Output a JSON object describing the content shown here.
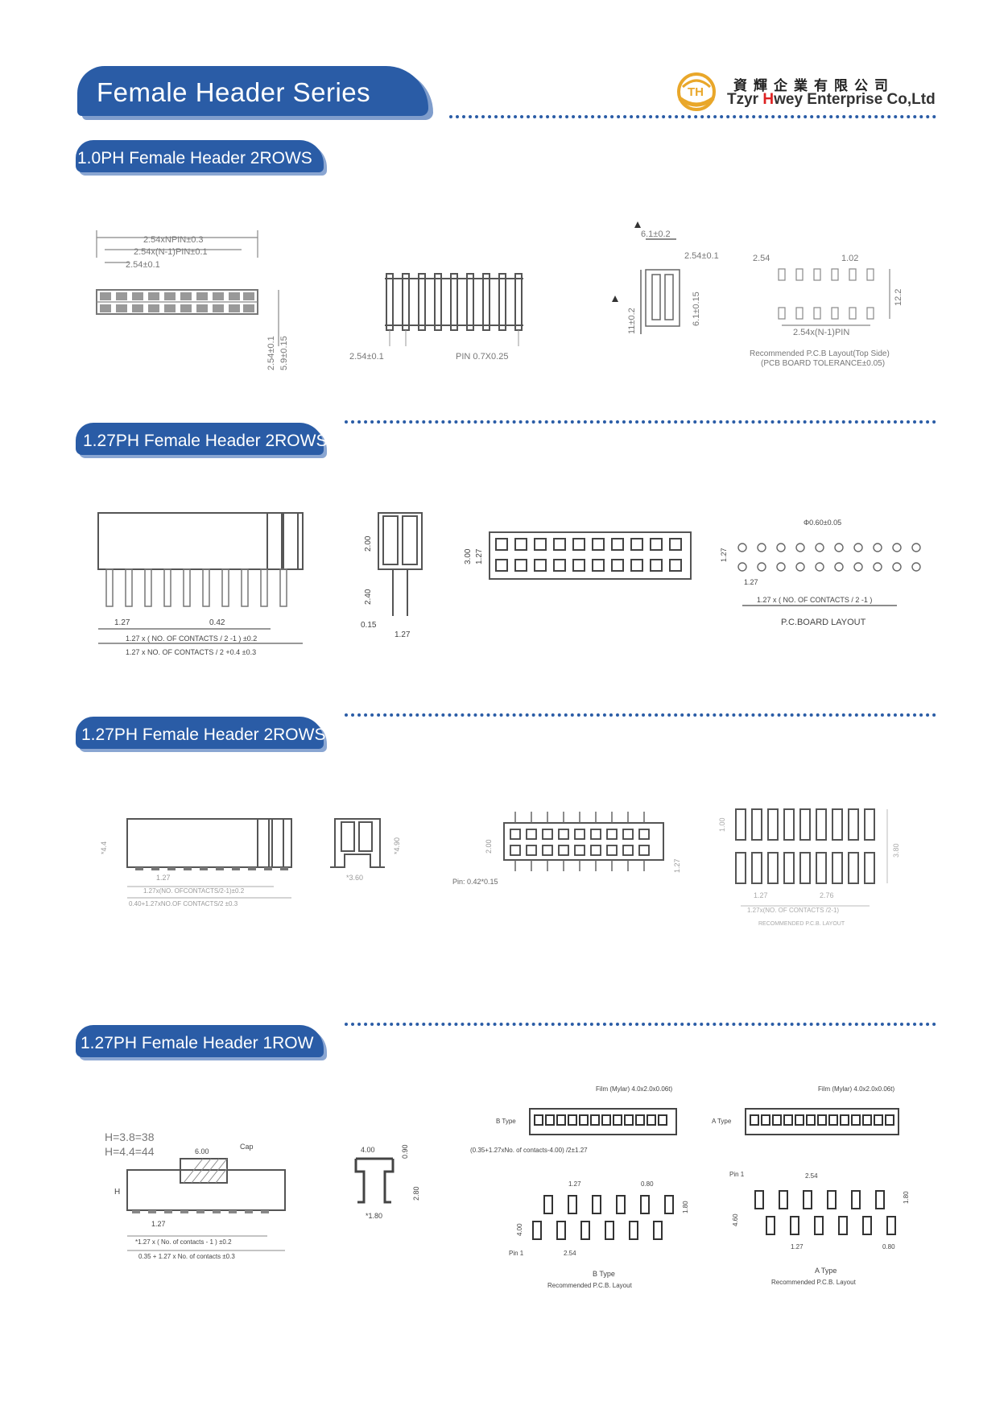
{
  "page_title": "Female Header Series",
  "company": {
    "name_cn": "資輝企業有限公司",
    "name_en_prefix": "Tzyr ",
    "name_en_h": "H",
    "name_en_rest": "wey Enterprise Co,Ltd",
    "logo_letters": "TH"
  },
  "sections": [
    {
      "label": "1.0PH Female Header 2ROWS",
      "dims": {
        "d1": "2.54xNPIN±0.3",
        "d2": "2.54x(N-1)PIN±0.1",
        "d3": "2.54±0.1",
        "h1": "2.54±0.1",
        "h2": "5.9±0.15",
        "pitch": "2.54±0.1",
        "pin": "PIN 0.7X0.25",
        "top": "6.1±0.2",
        "w2": "2.54±0.1",
        "side1": "11±0.2",
        "side2": "6.1±0.15",
        "pcb_pitch": "2.54",
        "pcb_hole": "1.02",
        "pcb_row": "2.54x(N-1)PIN",
        "pcb_h": "12.2",
        "pcb_caption1": "Recommended P.C.B Layout(Top Side)",
        "pcb_caption2": "(PCB BOARD TOLERANCE±0.05)"
      }
    },
    {
      "label": "1.27PH Female Header 2ROWS",
      "dims": {
        "p127": "1.27",
        "p042": "0.42",
        "f1": "1.27 x ( NO. OF CONTACTS / 2 -1 ) ±0.2",
        "f2": "1.27 x NO. OF CONTACTS / 2 +0.4 ±0.3",
        "h200": "2.00",
        "h240": "2.40",
        "w015": "0.15",
        "w127": "1.27",
        "t300": "3.00",
        "t127": "1.27",
        "hole": "Φ0.60±0.05",
        "pp127": "1.27",
        "pl127": "1.27",
        "pcb_formula": "1.27 x ( NO. OF CONTACTS / 2 -1 )",
        "pcb_caption": "P.C.BOARD    LAYOUT"
      }
    },
    {
      "label": "1.27PH Female Header 2ROWS",
      "dims": {
        "h44": "*4.4",
        "w127": "1.27",
        "f1": "1.27x(NO. OFCONTACTS/2-1)±0.2",
        "f2": "0.40+1.27xNO.OF CONTACTS/2 ±0.3",
        "s1": "*4.90",
        "s2": "*3.60",
        "pin": "Pin: 0.42*0.15",
        "r1": "2.00",
        "r2": "1.27",
        "p1": "1.00",
        "p2": "1.27",
        "p3": "2.76",
        "p4": "3.80",
        "pf": "1.27x(NO. OF CONTACTS /2-1)",
        "pcap": "RECOMMENDED P.C.B. LAYOUT"
      }
    },
    {
      "label": "1.27PH Female Header 1ROW",
      "dims": {
        "h1": "H=3.8=38",
        "h2": "H=4.4=44",
        "w600": "6.00",
        "cap": "Cap",
        "H": "H",
        "w127": "1.27",
        "f1": "*1.27 x ( No. of contacts - 1 ) ±0.2",
        "f2": "0.35 + 1.27 x No. of contacts ±0.3",
        "s400": "4.00",
        "s090": "0.90",
        "s280": "2.80",
        "s180": "*1.80",
        "film_b": "Film (Mylar) 4.0x2.0x0.06t)",
        "film_a": "Film (Mylar) 4.0x2.0x0.06t)",
        "btype": "B Type",
        "atype": "A Type",
        "bformula": "(0.35+1.27xNo. of contacts-4.00) /2±1.27",
        "b127": "1.27",
        "b080": "0.80",
        "b400": "4.00",
        "b180": "1.80",
        "bpin1": "Pin 1",
        "b254": "2.54",
        "bcap1": "B Type",
        "bcap2": "Recommended P.C.B. Layout",
        "apin1": "Pin 1",
        "a254": "2.54",
        "a400": "4.60",
        "a180": "1.80",
        "a127": "1.27",
        "a080": "0.80",
        "acap1": "A Type",
        "acap2": "Recommended P.C.B. Layout"
      }
    }
  ],
  "colors": {
    "banner": "#2a5ca6",
    "banner_shadow": "#8aa6d2",
    "logo_gold": "#e9a72a",
    "accent_red": "#dd2222"
  }
}
